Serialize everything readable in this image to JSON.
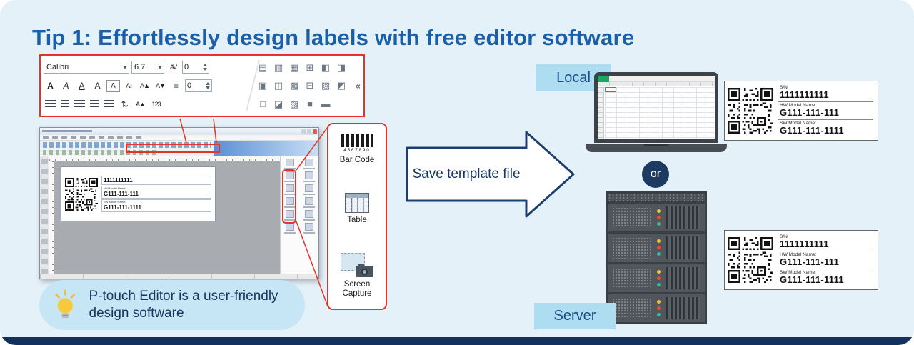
{
  "page": {
    "title": "Tip 1: Effortlessly design labels with free editor software"
  },
  "colors": {
    "background": "#e4f1f8",
    "title_blue": "#1a5fa8",
    "accent_red": "#e2342b",
    "navy": "#1d3a63",
    "tag_blue": "#aedcf0",
    "note_bg": "#c6e6f5",
    "bottom_bar": "#14305c",
    "led_yellow": "#ecc23b",
    "led_red": "#e04b33",
    "led_teal": "#39b3a6",
    "spreadsheet_green": "#21a366"
  },
  "glyphs": {
    "chevron_down": "▾",
    "letter_A": "A",
    "vertical_text": "A↕",
    "increase_font": "A▲",
    "decrease_font": "A▼",
    "line_spacing": "≡",
    "sort": "⇅",
    "numbering": "123",
    "collapse": "«",
    "letter_spacing": "AV"
  },
  "toolbar_callout": {
    "font_name": "Calibri",
    "font_size": "6.7",
    "kerning_value": "0",
    "indent_value": "0",
    "arrange_icons": [
      "▤",
      "▥",
      "▦",
      "⊞",
      "◧",
      "◨",
      "▣",
      "◫",
      "▩",
      "⊟",
      "▧",
      "◩",
      "□",
      "◪",
      "▨",
      "■",
      "▬"
    ]
  },
  "tools_panel": {
    "barcode_label": "Bar Code",
    "barcode_digits": "4567890",
    "table_label": "Table",
    "capture_label": "Screen Capture"
  },
  "flow": {
    "save_label": "Save template file",
    "or": "or",
    "local": "Local",
    "server": "Server"
  },
  "label_card": {
    "sn_caption": "S/N",
    "sn_value": "1111111111",
    "hw_caption": "HW Model Name:",
    "hw_value": "G111-111-111",
    "sw_caption": "SW Model Name:",
    "sw_value": "G111-111-1111"
  },
  "note": {
    "text": "P-touch Editor is a user-friendly design software"
  }
}
